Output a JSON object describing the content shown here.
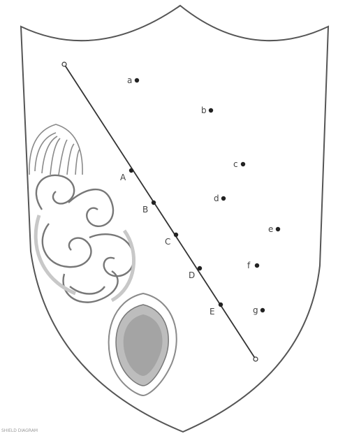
{
  "figure": {
    "credit": "SHIELD DIAGRAM"
  },
  "line_points": [
    {
      "label": "A"
    },
    {
      "label": "B"
    },
    {
      "label": "C"
    },
    {
      "label": "D"
    },
    {
      "label": "E"
    }
  ],
  "scatter_points": [
    {
      "label": "a"
    },
    {
      "label": "b"
    },
    {
      "label": "c"
    },
    {
      "label": "d"
    },
    {
      "label": "e"
    },
    {
      "label": "f"
    },
    {
      "label": "g"
    }
  ],
  "colors": {
    "outline": "#555555",
    "line": "#333333",
    "ornament": "#8a8a8a"
  }
}
